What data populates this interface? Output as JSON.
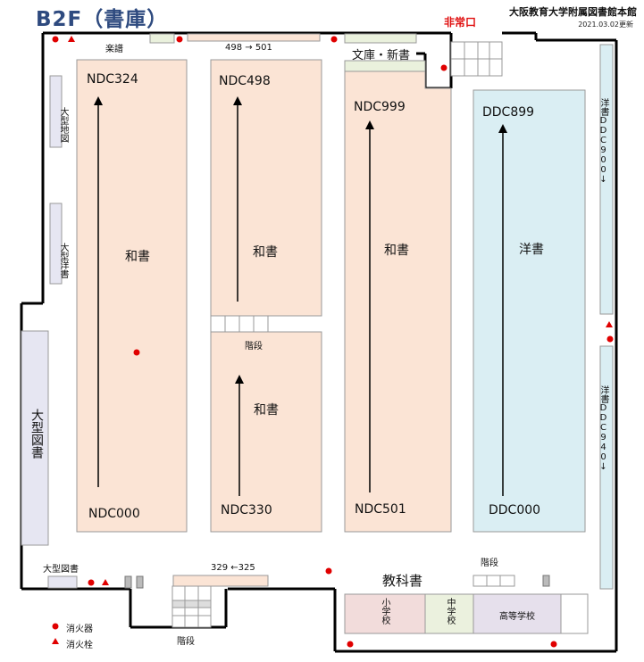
{
  "header": {
    "title": "B2F（書庫）",
    "library": "大阪教育大学附属図書館本館",
    "updated": "2021.03.02更新",
    "emergency_exit": "非常口"
  },
  "colors": {
    "japanese_books": "#fbe4d5",
    "western_books": "#daeef3",
    "oversize": "#e6e6f2",
    "elementary": "#f2dcdb",
    "junior_high": "#ebf1de",
    "high_school": "#e6e0ec",
    "bunko": "#eaf1dd",
    "wall": "#000000",
    "extinguisher": "#e00000",
    "hydrant": "#e00000",
    "title": "#2e4a7f"
  },
  "labels": {
    "gakufu": "楽譜",
    "shelf_498_501": "498 → 501",
    "bunko_shinsho": "文庫・新書",
    "oversize_maps": "大型地図",
    "oversize_western": "大型洋書",
    "oversize_books_vertical": "大型図書",
    "oversize_books_bottom": "大型図書",
    "stairs_middle": "階段",
    "stairs_right": "階段",
    "stairs_bottom": "階段",
    "shelf_329_325": "329 ←325",
    "textbooks": "教科書",
    "elementary": "小学校",
    "junior_high": "中学校",
    "high_school": "高等学校",
    "western_ddc900": "洋書DDC900↓",
    "western_ddc940": "洋書DDC940↓"
  },
  "shelves": {
    "block1": {
      "top": "NDC324",
      "middle": "和書",
      "bottom": "NDC000"
    },
    "block2_upper": {
      "top": "NDC498",
      "middle": "和書"
    },
    "block2_lower": {
      "middle": "和書",
      "bottom": "NDC330"
    },
    "block3": {
      "top": "NDC999",
      "middle": "和書",
      "bottom": "NDC501"
    },
    "block4": {
      "top": "DDC899",
      "middle": "洋書",
      "bottom": "DDC000"
    }
  },
  "legend": {
    "extinguisher": "消火器",
    "hydrant": "消火栓"
  }
}
